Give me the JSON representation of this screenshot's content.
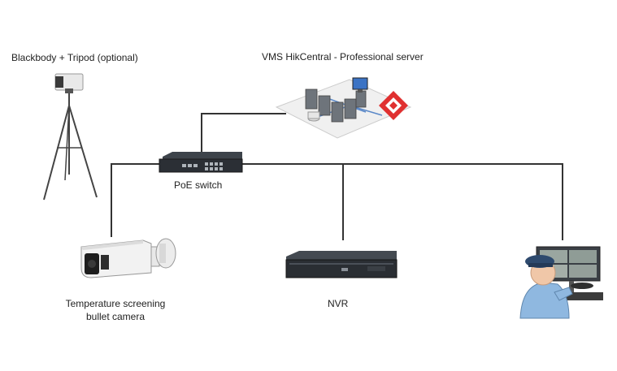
{
  "labels": {
    "blackbody": "Blackbody + Tripod (optional)",
    "vms_server": "VMS HikCentral - Professional server",
    "poe_switch": "PoE switch",
    "camera_line1": "Temperature screening",
    "camera_line2": "bullet camera",
    "nvr": "NVR"
  },
  "icons": {
    "blackbody": "blackbody-tripod-icon",
    "server": "server-rack-icon",
    "switch": "poe-switch-icon",
    "camera": "bullet-camera-icon",
    "nvr": "nvr-device-icon",
    "operator": "security-operator-icon",
    "logo": "hikcentral-logo-icon"
  },
  "colors": {
    "line": "#333333",
    "logo": "#e03030",
    "device_dark": "#2b2f35",
    "monitor_blue": "#3b73c4",
    "uniform_blue": "#8fb8e0"
  }
}
